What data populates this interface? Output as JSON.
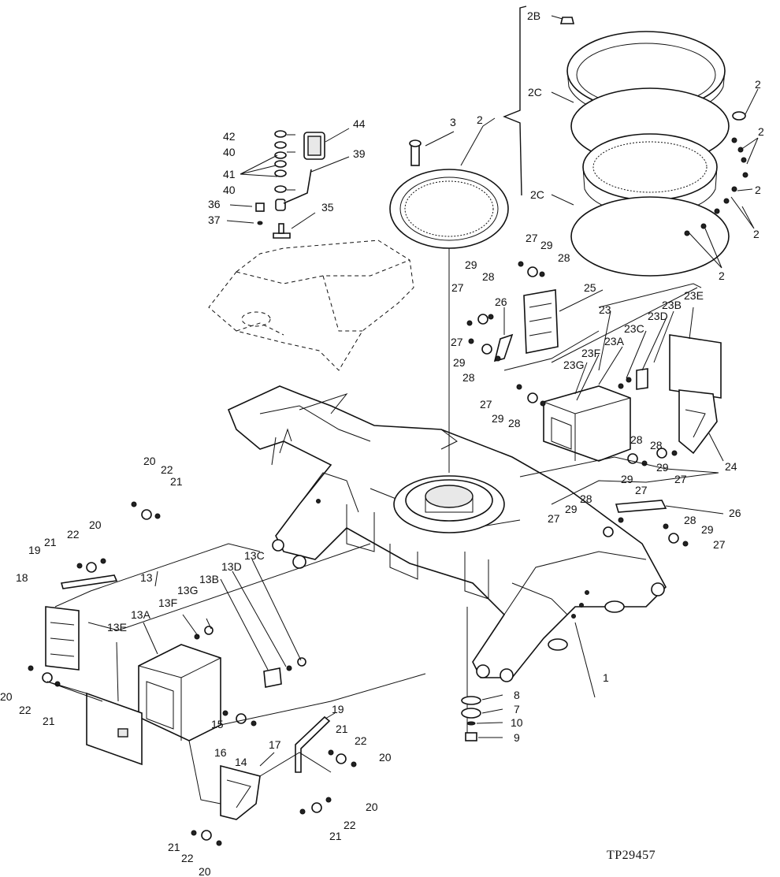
{
  "drawing_id": "TP29457",
  "callouts": [
    "1",
    "2",
    "2B",
    "2C",
    "3",
    "7",
    "8",
    "9",
    "10",
    "13",
    "13A",
    "13B",
    "13C",
    "13D",
    "13E",
    "13F",
    "13G",
    "14",
    "15",
    "16",
    "17",
    "18",
    "19",
    "20",
    "21",
    "22",
    "23",
    "23A",
    "23B",
    "23C",
    "23D",
    "23E",
    "23F",
    "23G",
    "24",
    "25",
    "26",
    "27",
    "28",
    "29",
    "35",
    "36",
    "37",
    "39",
    "40",
    "41",
    "42",
    "44"
  ]
}
